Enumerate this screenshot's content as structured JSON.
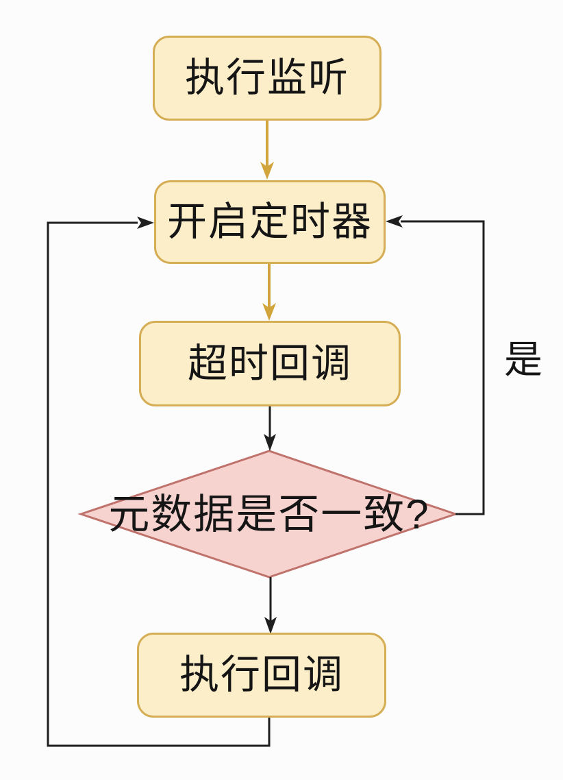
{
  "flowchart": {
    "nodes": [
      {
        "id": "start-listen",
        "type": "process",
        "label": "执行监听"
      },
      {
        "id": "start-timer",
        "type": "process",
        "label": "开启定时器"
      },
      {
        "id": "timeout-callback",
        "type": "process",
        "label": "超时回调"
      },
      {
        "id": "metadata-consistent",
        "type": "decision",
        "label": "元数据是否一致?"
      },
      {
        "id": "execute-callback",
        "type": "process",
        "label": "执行回调"
      }
    ],
    "edges": [
      {
        "from": "start-listen",
        "to": "start-timer",
        "label": "",
        "color": "#D2A43C",
        "route": "straight-down"
      },
      {
        "from": "start-timer",
        "to": "timeout-callback",
        "label": "",
        "color": "#D2A43C",
        "route": "straight-down"
      },
      {
        "from": "timeout-callback",
        "to": "metadata-consistent",
        "label": "",
        "color": "#1E1E1E",
        "route": "straight-down"
      },
      {
        "from": "metadata-consistent",
        "to": "execute-callback",
        "label": "",
        "color": "#1E1E1E",
        "route": "straight-down"
      },
      {
        "from": "metadata-consistent",
        "to": "start-timer",
        "label": "是",
        "color": "#1E1E1E",
        "route": "right-loop-up"
      },
      {
        "from": "execute-callback",
        "to": "start-timer",
        "label": "",
        "color": "#1E1E1E",
        "route": "left-loop-up"
      }
    ],
    "colors": {
      "process_fill": "#FBEEC9",
      "process_border": "#D5AD55",
      "decision_fill": "#F7D3D0",
      "decision_border": "#C0736D",
      "arrow_yellow": "#D2A43C",
      "arrow_black": "#1E1E1E",
      "text": "#151515",
      "background": "#FCFCFC"
    }
  }
}
